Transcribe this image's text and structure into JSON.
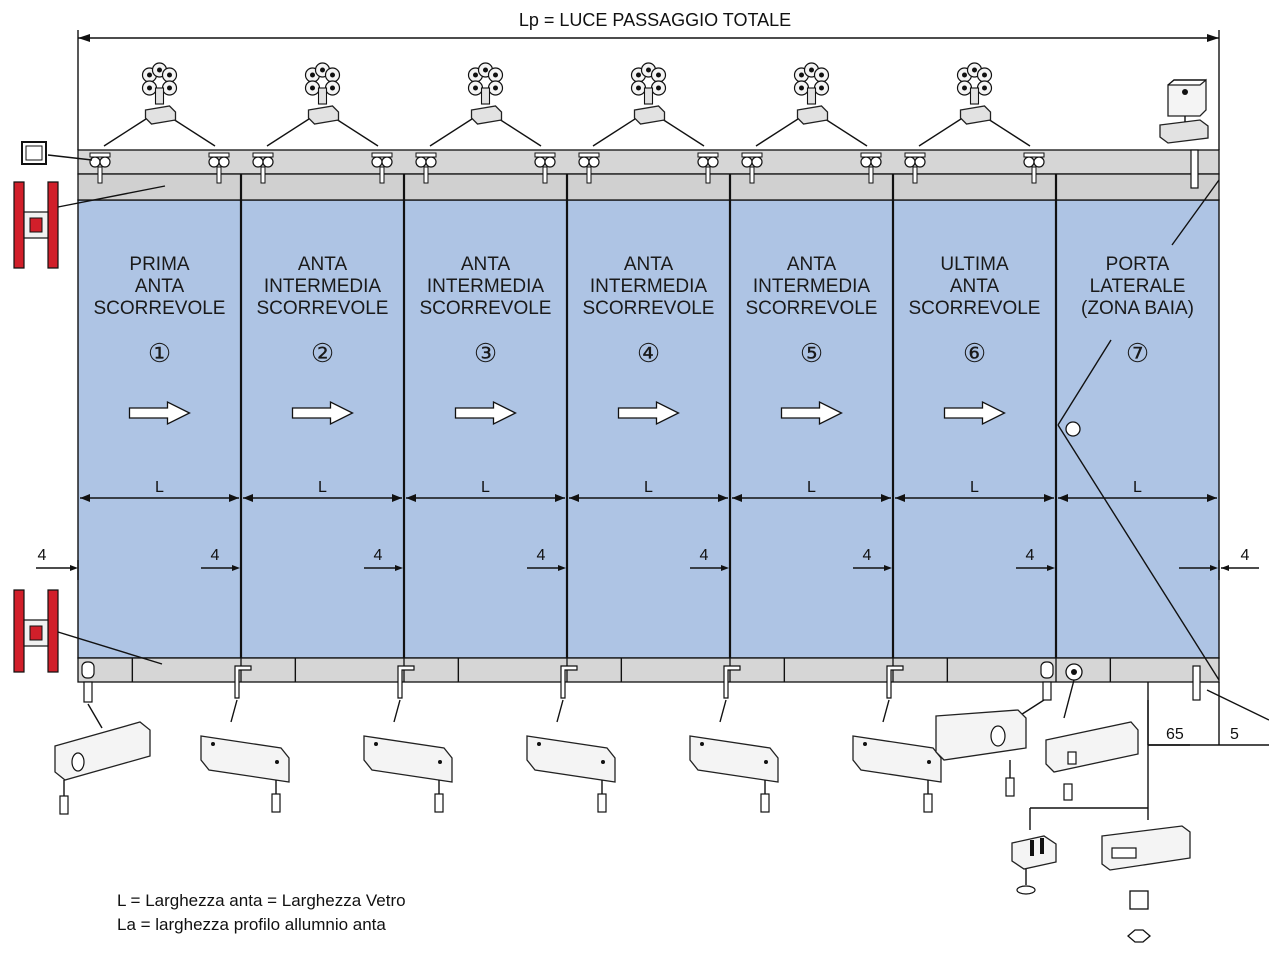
{
  "title": "Lp = LUCE PASSAGGIO TOTALE",
  "panels": [
    {
      "lines": [
        "PRIMA",
        "ANTA",
        "SCORREVOLE"
      ],
      "number": "①",
      "width_label": "L",
      "gap_label": "4"
    },
    {
      "lines": [
        "ANTA",
        "INTERMEDIA",
        "SCORREVOLE"
      ],
      "number": "②",
      "width_label": "L",
      "gap_label": "4"
    },
    {
      "lines": [
        "ANTA",
        "INTERMEDIA",
        "SCORREVOLE"
      ],
      "number": "③",
      "width_label": "L",
      "gap_label": "4"
    },
    {
      "lines": [
        "ANTA",
        "INTERMEDIA",
        "SCORREVOLE"
      ],
      "number": "④",
      "width_label": "L",
      "gap_label": "4"
    },
    {
      "lines": [
        "ANTA",
        "INTERMEDIA",
        "SCORREVOLE"
      ],
      "number": "⑤",
      "width_label": "L",
      "gap_label": "4"
    },
    {
      "lines": [
        "ULTIMA",
        "ANTA",
        "SCORREVOLE"
      ],
      "number": "⑥",
      "width_label": "L",
      "gap_label": "4"
    },
    {
      "lines": [
        "PORTA",
        "LATERALE",
        "(ZONA BAIA)"
      ],
      "number": "⑦",
      "width_label": "L",
      "gap_label": "4"
    }
  ],
  "left_gap_label": "4",
  "dim_65": "65",
  "dim_5": "5",
  "legend": [
    "L = Larghezza anta = Larghezza Vetro",
    "La = larghezza profilo allumnio anta"
  ],
  "colors": {
    "glass": "#aec4e4",
    "track": "#d6d6d6",
    "profile_red": "#d11f2a"
  }
}
